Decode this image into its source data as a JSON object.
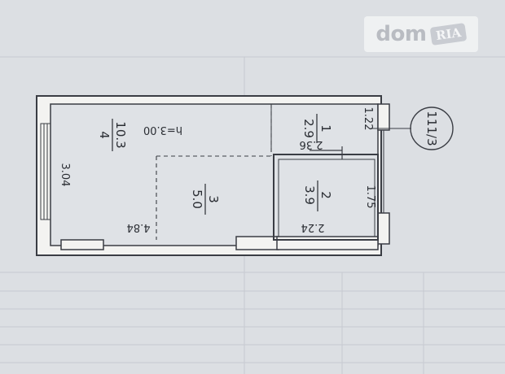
{
  "watermark": {
    "brand": "dom",
    "badge": "RIA"
  },
  "plan": {
    "marker": "111/3",
    "ceiling_height": "h=3.00",
    "rooms": [
      {
        "number": "1",
        "area": "2.9"
      },
      {
        "number": "2",
        "area": "3.9"
      },
      {
        "number": "3",
        "area": "5.0"
      },
      {
        "number": "4",
        "area": "10.3"
      }
    ],
    "dimensions": [
      "1.22",
      "2.36",
      "1.75",
      "2.24",
      "3.04",
      "4.84"
    ]
  },
  "colors": {
    "paper": "#dcdfe3",
    "ink": "#2a2d33",
    "wall": "#f3f3f1"
  }
}
